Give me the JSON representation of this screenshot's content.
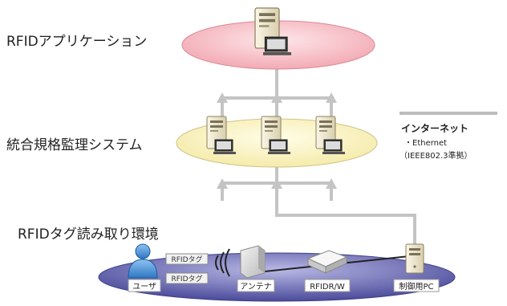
{
  "layers": {
    "app": "RFIDアプリケーション",
    "integration": "統合規格監理システム",
    "env": "RFIDタグ読み取り環境"
  },
  "legend": {
    "title": "インターネット",
    "line1": "・Ethernet",
    "line2": "（IEEE802.3準拠）",
    "line_color": "#bdbdbd"
  },
  "devices": {
    "user": "ユーザ",
    "tag1": "RFIDタグ",
    "tag2": "RFIDタグ",
    "antenna": "アンテナ",
    "reader": "RFIDR/W",
    "pc": "制御用PC"
  },
  "colors": {
    "app_ellipse": "#f6b8c0",
    "integration_ellipse": "#fbf3b8",
    "env_ellipse": "#5a5aa6",
    "connector": "#c4c4c4"
  },
  "icons": {
    "server": "server-icon",
    "user": "user-icon",
    "antenna": "antenna-icon",
    "reader": "reader-icon",
    "pc": "pc-tower-icon",
    "wave": "radio-wave-icon"
  }
}
